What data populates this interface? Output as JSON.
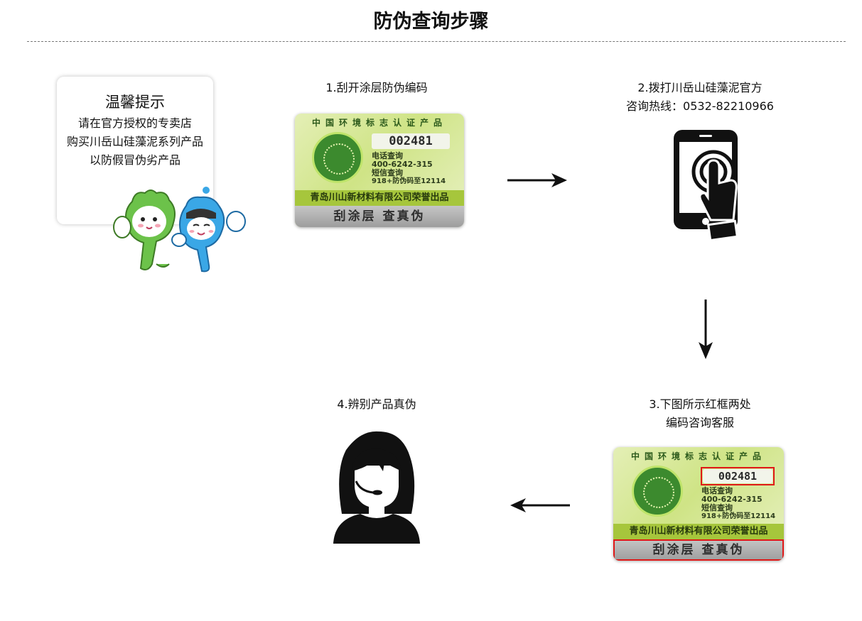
{
  "title": "防伪查询步骤",
  "tip": {
    "title": "温馨提示",
    "lines": [
      "请在官方授权的专卖店",
      "购买川岳山硅藻泥系列产品",
      "以防假冒伪劣产品"
    ]
  },
  "steps": {
    "step1": "1.刮开涂层防伪编码",
    "step2_line1": "2.拨打川岳山硅藻泥官方",
    "step2_line2": "咨询热线：0532-82210966",
    "step3_line1": "3.下图所示红框两处",
    "step3_line2": "编码咨询客服",
    "step4": "4.辨别产品真伪"
  },
  "label_card": {
    "header": "中国环境标志认证产品",
    "code": "002481",
    "phone_title": "电话查询",
    "phone": "400-6242-315",
    "sms_title": "短信查询",
    "sms": "918+防伪码至12114",
    "maker": "青岛川山新材料有限公司荣誉出品",
    "scratch": "刮涂层 查真伪"
  },
  "icons": {
    "arrow1": "arrow-right-icon",
    "arrow2": "arrow-down-icon",
    "arrow3": "arrow-left-icon",
    "phone": "smartphone-touch-icon",
    "agent": "customer-service-agent-icon",
    "mascots": "mascot-characters-illustration"
  },
  "colors": {
    "highlight": "#e01818",
    "label_green": "#3c8a2e"
  }
}
